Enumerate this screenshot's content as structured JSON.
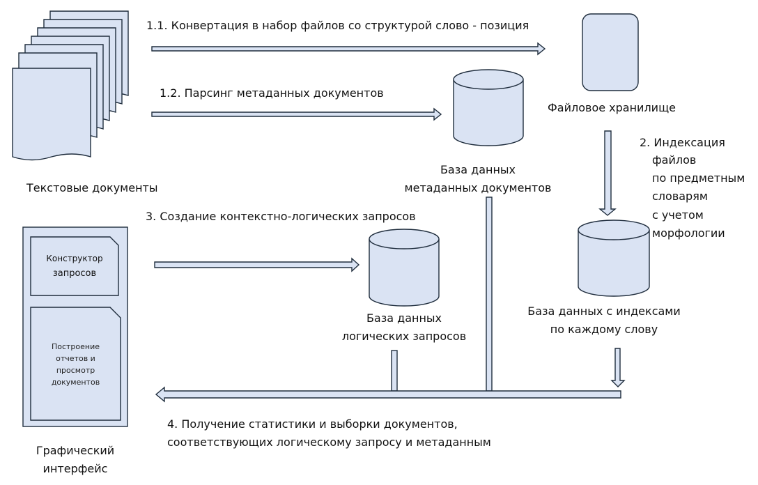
{
  "labels": {
    "step_1_1": "1.1. Конвертация в набор файлов со структурой слово - позиция",
    "step_1_2": "1.2. Парсинг метаданных документов",
    "step_2": [
      "2. Индексация",
      "файлов",
      "по предметным",
      "словарям",
      "с учетом",
      "морфологии"
    ],
    "step_3": "3. Создание контекстно-логических запросов",
    "step_4": [
      "4. Получение статистики и выборки документов,",
      "соответствующих логическому запросу и метаданным"
    ]
  },
  "nodes": {
    "text_documents": "Текстовые документы",
    "file_storage": "Файловое хранилище",
    "metadata_db": [
      "База данных",
      "метаданных документов"
    ],
    "index_db": [
      "База данных с индексами",
      "по каждому слову"
    ],
    "query_db": [
      "База данных",
      "логических запросов"
    ],
    "gui": [
      "Графический",
      "интерфейс"
    ],
    "query_builder": [
      "Конструктор",
      "запросов"
    ],
    "reports_panel": [
      "Построение",
      "отчетов и",
      "просмотр",
      "документов"
    ]
  },
  "colors": {
    "fill": "#dae3f3",
    "stroke": "#1f2d3d"
  }
}
